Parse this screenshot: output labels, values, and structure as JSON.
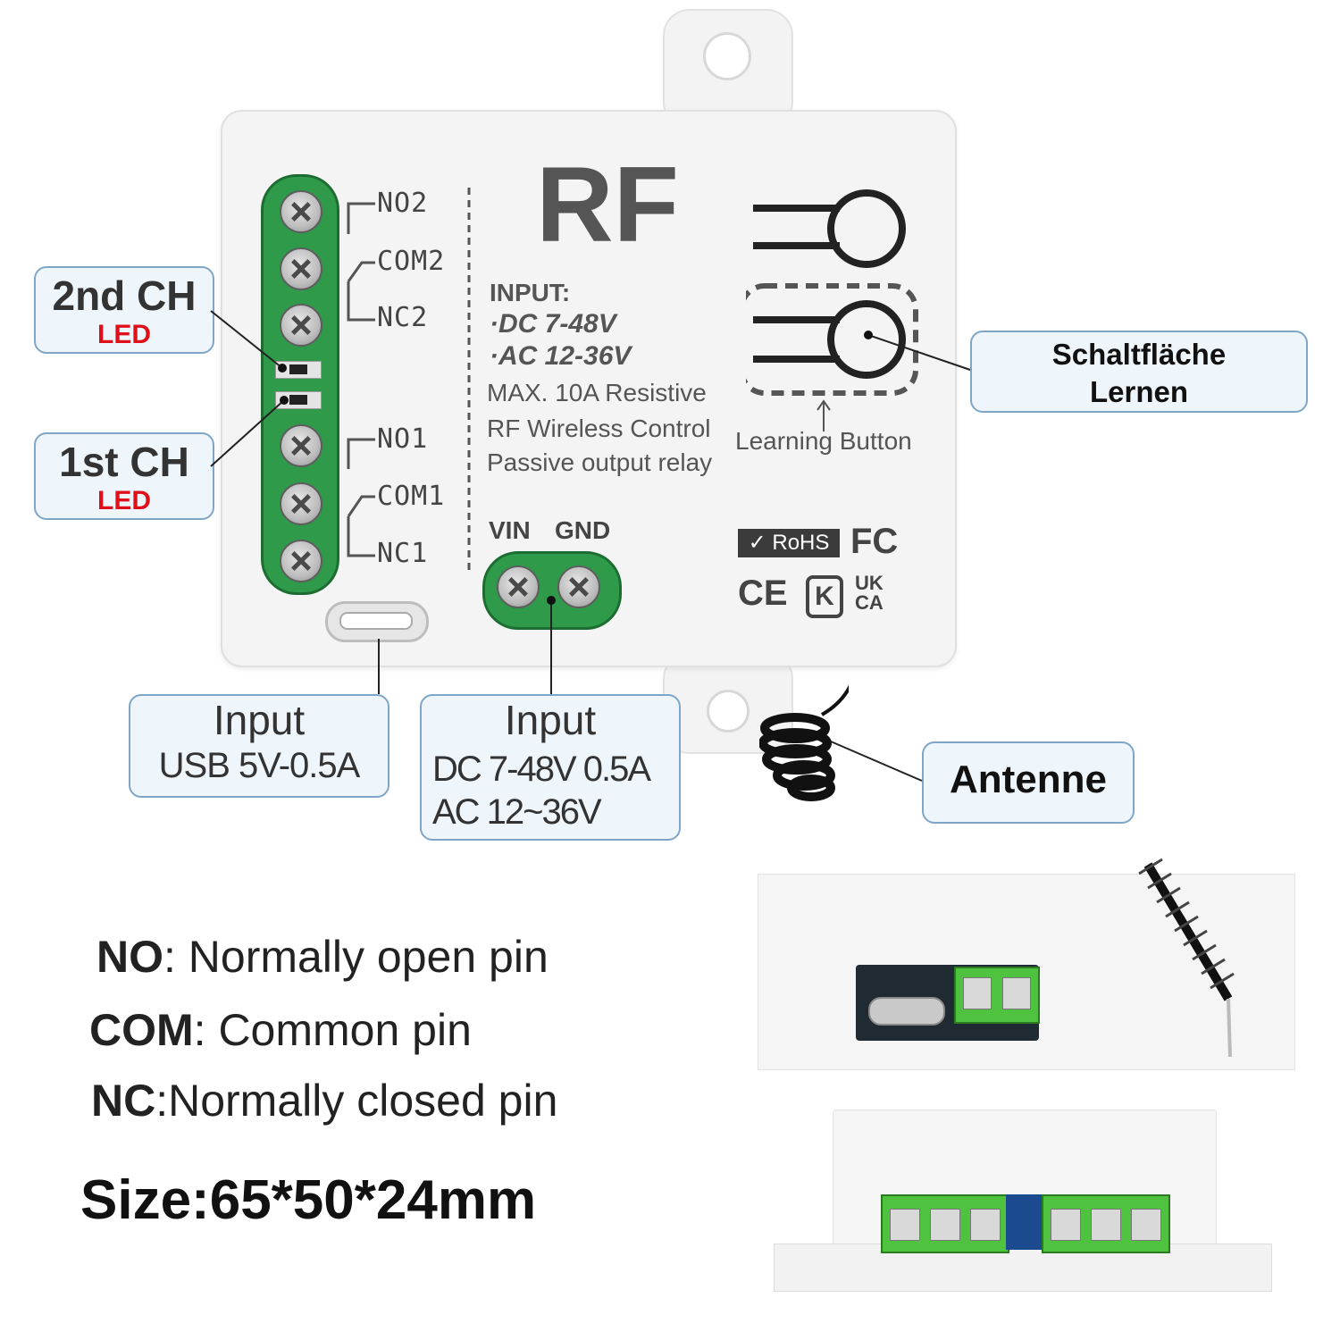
{
  "device": {
    "brand": "RF",
    "pins_ch2": [
      "NO2",
      "COM2",
      "NC2"
    ],
    "pins_ch1": [
      "NO1",
      "COM1",
      "NC1"
    ],
    "spec_input_label": "INPUT:",
    "spec_dc": "·DC 7-48V",
    "spec_ac": "·AC 12-36V",
    "spec_max": "MAX. 10A  Resistive",
    "spec_rf": "RF Wireless Control",
    "spec_relay": "Passive output relay",
    "learning_button_label": "Learning Button",
    "vin_label": "VIN",
    "gnd_label": "GND",
    "cert_rohs": "RoHS",
    "cert_fc": "FC",
    "cert_ce": "CE",
    "cert_kc": "K",
    "cert_uk": "UK",
    "cert_ca": "CA"
  },
  "callouts": {
    "ch2_title": "2nd CH",
    "ch2_sub": "LED",
    "ch1_title": "1st CH",
    "ch1_sub": "LED",
    "learn_line1": "Schaltfläche",
    "learn_line2": "Lernen",
    "usb_title": "Input",
    "usb_value": "USB 5V-0.5A",
    "dc_title": "Input",
    "dc_line1": "DC 7-48V 0.5A",
    "dc_line2": "AC 12~36V",
    "antenna": "Antenne"
  },
  "legend": {
    "no_key": "NO",
    "no_desc": ":  Normally open pin",
    "com_key": "COM",
    "com_desc": ": Common pin",
    "nc_key": "NC",
    "nc_desc": ":Normally closed pin",
    "size": "Size:65*50*24mm"
  },
  "colors": {
    "terminal_green": "#2e9a4a",
    "led_red": "#e0101a",
    "callout_bg": "#eef6fc",
    "callout_border": "#7fa6c8"
  }
}
